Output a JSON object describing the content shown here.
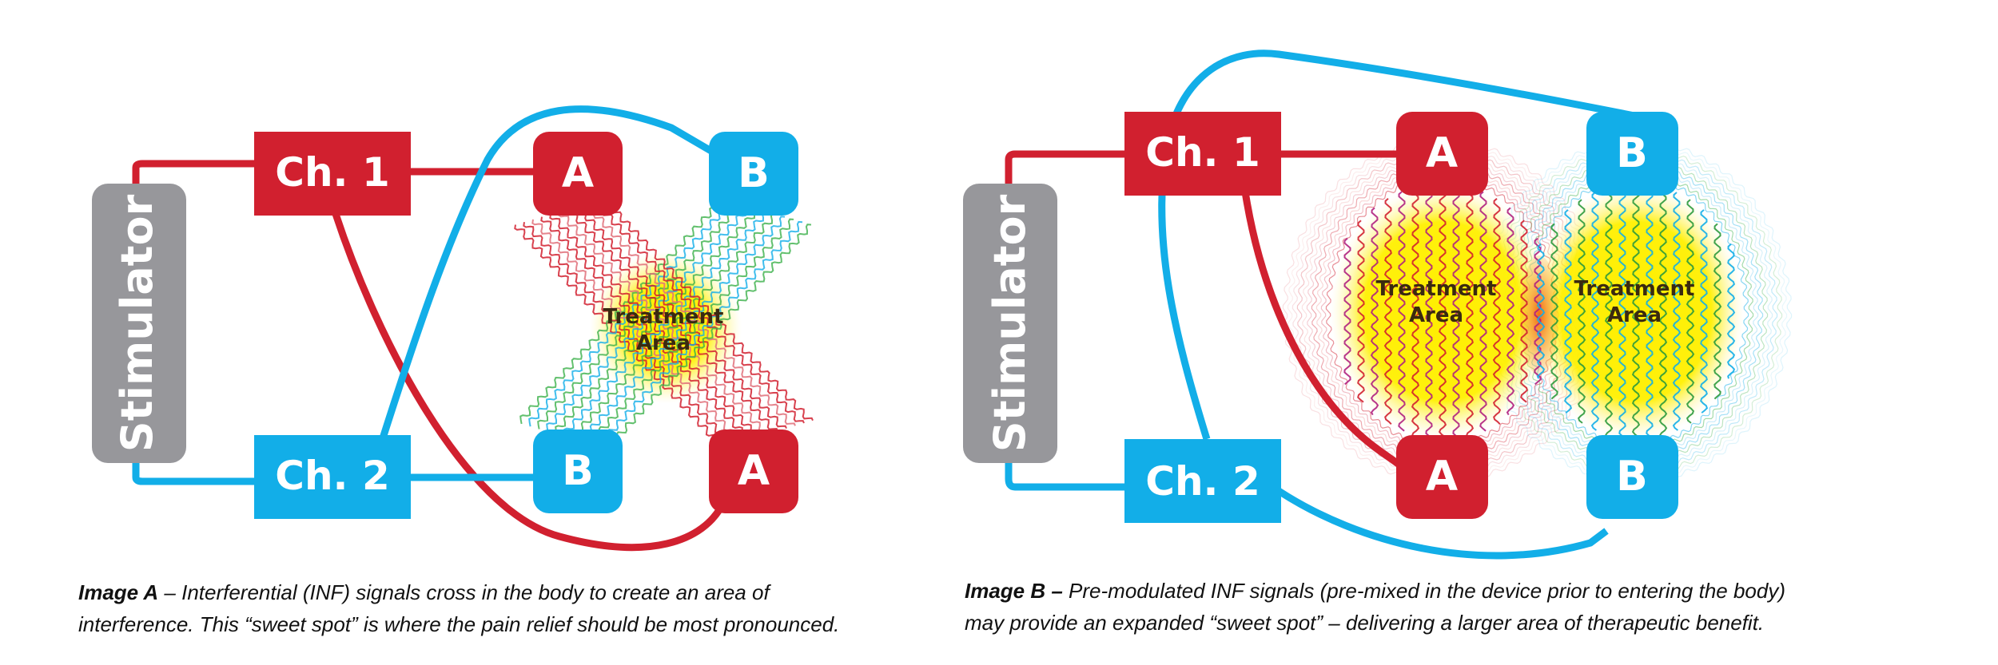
{
  "colors": {
    "red": "#d1202f",
    "blue": "#12aee8",
    "gray": "#97979b",
    "green": "#2c9a3c",
    "yellow": "#ffef00",
    "orange": "#f07a1a"
  },
  "image_a": {
    "stimulator": "Stimulator",
    "ch1": "Ch. 1",
    "ch2": "Ch. 2",
    "electrode_a": "A",
    "electrode_b": "B",
    "treatment_line1": "Treatment",
    "treatment_line2": "Area",
    "caption_title": "Image A",
    "caption_text_line1": " – Interferential (INF) signals cross in the body to create an area of",
    "caption_text_line2": "interference. This “sweet spot” is where the pain relief should be most pronounced."
  },
  "image_b": {
    "stimulator": "Stimulator",
    "ch1": "Ch. 1",
    "ch2": "Ch. 2",
    "electrode_a": "A",
    "electrode_b": "B",
    "treatment_line1": "Treatment",
    "treatment_line2": "Area",
    "caption_title": "Image B –",
    "caption_text_line1": " Pre-modulated INF signals (pre-mixed in the device prior to entering the body)",
    "caption_text_line2": "may provide an expanded “sweet spot” – delivering a larger area of therapeutic benefit."
  }
}
